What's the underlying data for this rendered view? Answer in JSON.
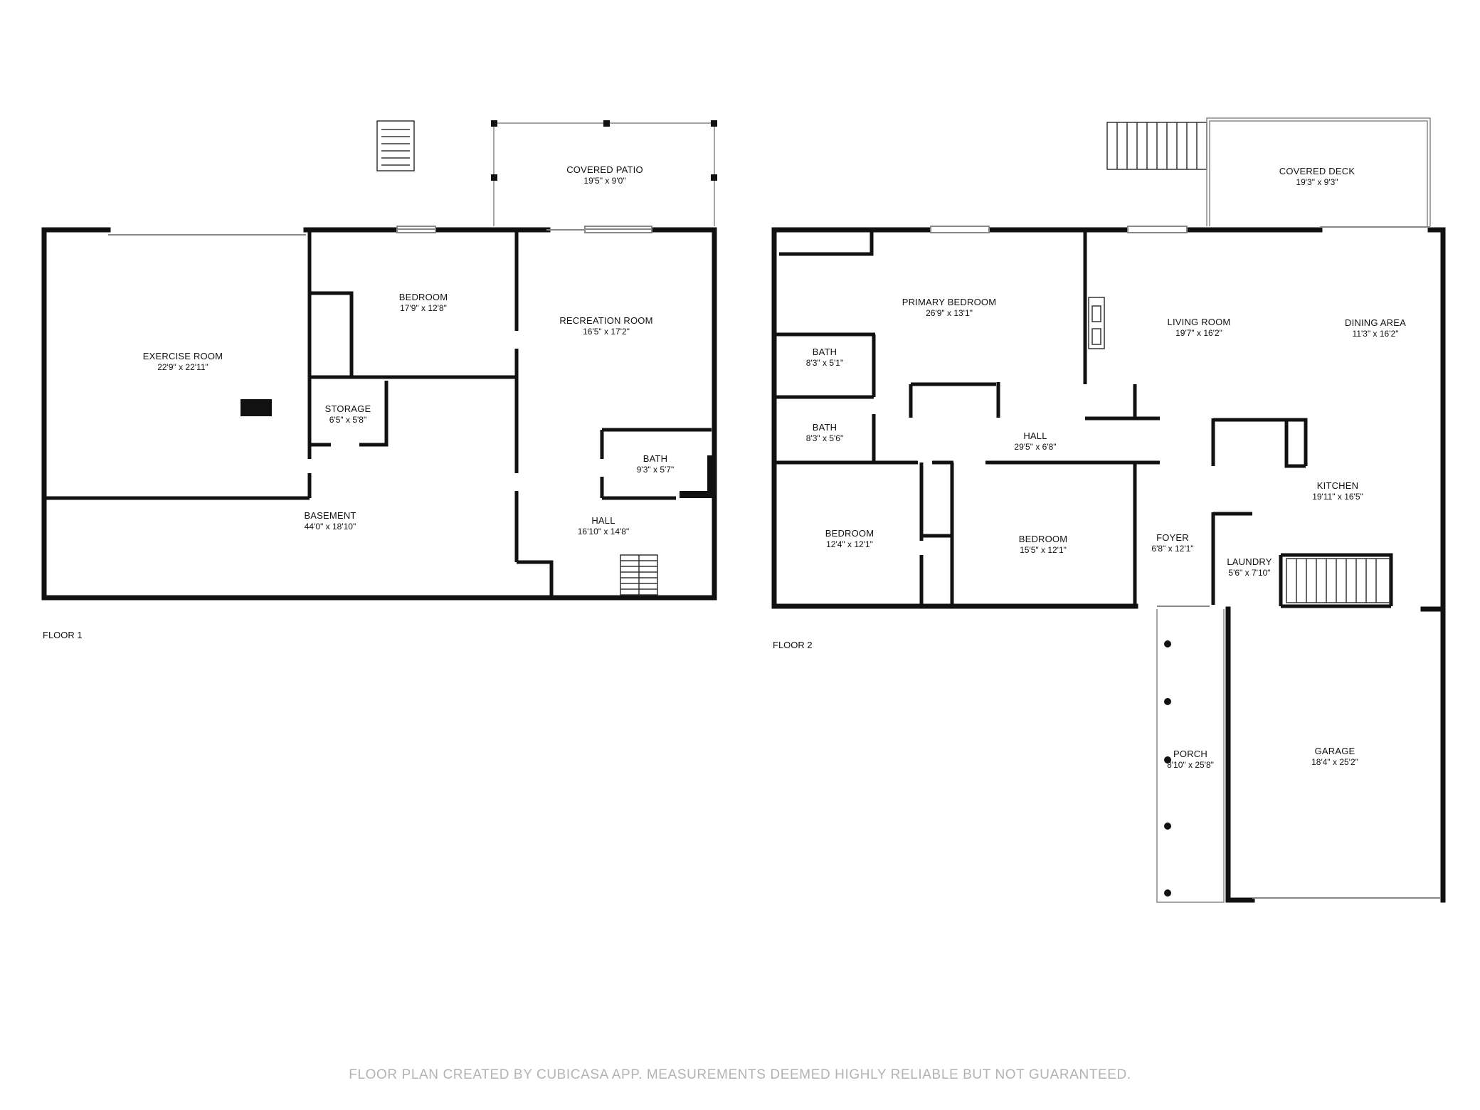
{
  "floors": [
    {
      "label": "FLOOR 1",
      "rooms": [
        {
          "id": "exercise",
          "name": "EXERCISE ROOM",
          "dims": "22'9\" x 22'11\""
        },
        {
          "id": "bedroom1",
          "name": "BEDROOM",
          "dims": "17'9\" x 12'8\""
        },
        {
          "id": "storage",
          "name": "STORAGE",
          "dims": "6'5\" x 5'8\""
        },
        {
          "id": "recreation",
          "name": "RECREATION ROOM",
          "dims": "16'5\" x 17'2\""
        },
        {
          "id": "bath1",
          "name": "BATH",
          "dims": "9'3\" x 5'7\""
        },
        {
          "id": "hall1",
          "name": "HALL",
          "dims": "16'10\" x 14'8\""
        },
        {
          "id": "basement",
          "name": "BASEMENT",
          "dims": "44'0\" x 18'10\""
        },
        {
          "id": "patio",
          "name": "COVERED PATIO",
          "dims": "19'5\" x 9'0\""
        }
      ]
    },
    {
      "label": "FLOOR 2",
      "rooms": [
        {
          "id": "primary",
          "name": "PRIMARY BEDROOM",
          "dims": "26'9\" x 13'1\""
        },
        {
          "id": "bath2a",
          "name": "BATH",
          "dims": "8'3\" x 5'1\""
        },
        {
          "id": "bath2b",
          "name": "BATH",
          "dims": "8'3\" x 5'6\""
        },
        {
          "id": "hall2",
          "name": "HALL",
          "dims": "29'5\" x 6'8\""
        },
        {
          "id": "living",
          "name": "LIVING ROOM",
          "dims": "19'7\" x 16'2\""
        },
        {
          "id": "dining",
          "name": "DINING AREA",
          "dims": "11'3\" x 16'2\""
        },
        {
          "id": "kitchen",
          "name": "KITCHEN",
          "dims": "19'11\" x 16'5\""
        },
        {
          "id": "bedroom2",
          "name": "BEDROOM",
          "dims": "12'4\" x 12'1\""
        },
        {
          "id": "bedroom3",
          "name": "BEDROOM",
          "dims": "15'5\" x 12'1\""
        },
        {
          "id": "foyer",
          "name": "FOYER",
          "dims": "6'8\" x 12'1\""
        },
        {
          "id": "laundry",
          "name": "LAUNDRY",
          "dims": "5'6\" x 7'10\""
        },
        {
          "id": "porch",
          "name": "PORCH",
          "dims": "8'10\" x 25'8\""
        },
        {
          "id": "garage",
          "name": "GARAGE",
          "dims": "18'4\" x 25'2\""
        },
        {
          "id": "deck",
          "name": "COVERED DECK",
          "dims": "19'3\" x 9'3\""
        }
      ]
    }
  ],
  "footer": "FLOOR PLAN CREATED BY CUBICASA APP. MEASUREMENTS DEEMED HIGHLY RELIABLE BUT NOT GUARANTEED."
}
